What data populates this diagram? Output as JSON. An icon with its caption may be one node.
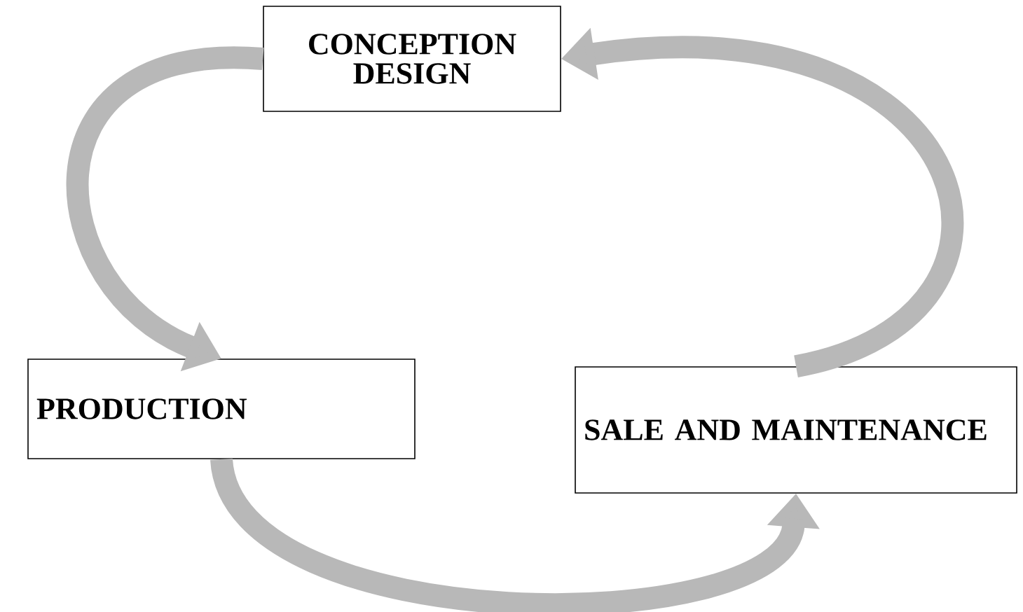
{
  "diagram": {
    "nodes": [
      {
        "text": [
          "CONCEPTION DESIGN"
        ]
      },
      {
        "text": [
          "PRODUCTION"
        ]
      },
      {
        "text": [
          "SALE AND MAINTENANCE"
        ]
      }
    ],
    "edges": [
      {
        "from": 0,
        "to": 1,
        "arrow": "to"
      },
      {
        "from": 1,
        "to": 2,
        "arrow": "to"
      },
      {
        "from": 2,
        "to": 0,
        "arrow": "to"
      }
    ]
  }
}
